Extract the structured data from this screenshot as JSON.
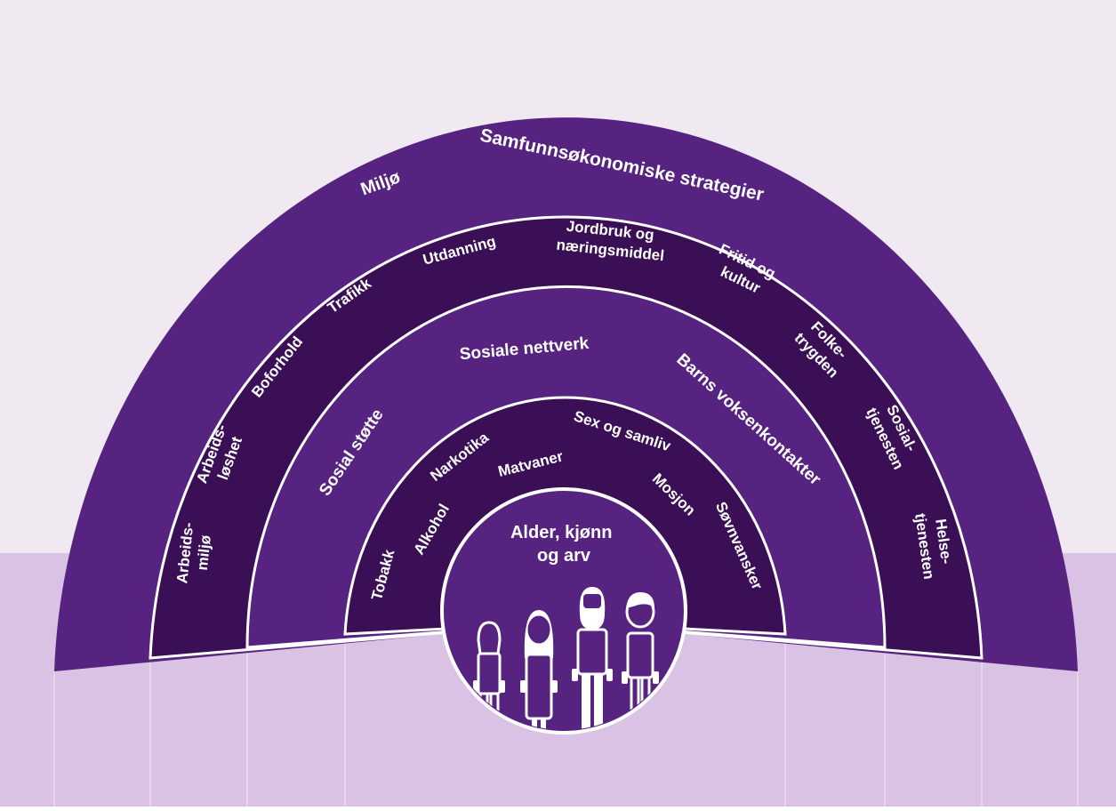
{
  "colors": {
    "background_top": "#f1e9f2",
    "background_bottom": "#d9c2e3",
    "ring_outer": "#562381",
    "ring_dark": "#3a0f55",
    "ring_mid": "#562381",
    "core": "#562381",
    "divider": "#ffffff"
  },
  "diagram": {
    "outer_band": {
      "labels": [
        "Miljø",
        "Samfunnsøkonomiske strategier"
      ]
    },
    "band_two": {
      "labels": [
        {
          "lines": [
            "Arbeids-",
            "miljø"
          ]
        },
        {
          "lines": [
            "Arbeids-",
            "løshet"
          ]
        },
        {
          "lines": [
            "Boforhold"
          ]
        },
        {
          "lines": [
            "Trafikk"
          ]
        },
        {
          "lines": [
            "Utdanning"
          ]
        },
        {
          "lines": [
            "Jordbruk og",
            "næringsmiddel"
          ]
        },
        {
          "lines": [
            "Fritid og",
            "kultur"
          ]
        },
        {
          "lines": [
            "Folke-",
            "trygden"
          ]
        },
        {
          "lines": [
            "Sosial-",
            "tjenesten"
          ]
        },
        {
          "lines": [
            "Helse-",
            "tjenesten"
          ]
        }
      ]
    },
    "band_three": {
      "labels": [
        "Sosial støtte",
        "Sosiale nettverk",
        "Barns voksenkontakter"
      ]
    },
    "band_four": {
      "labels": [
        "Tobakk",
        "Alkohol",
        "Narkotika",
        "Matvaner",
        "Sex og samliv",
        "Mosjon",
        "Søvnvansker"
      ]
    },
    "core": {
      "lines": [
        "Alder, kjønn",
        "og arv"
      ],
      "figures": [
        "boy-figure",
        "woman-figure",
        "bearded-man-figure",
        "person-figure"
      ]
    }
  }
}
